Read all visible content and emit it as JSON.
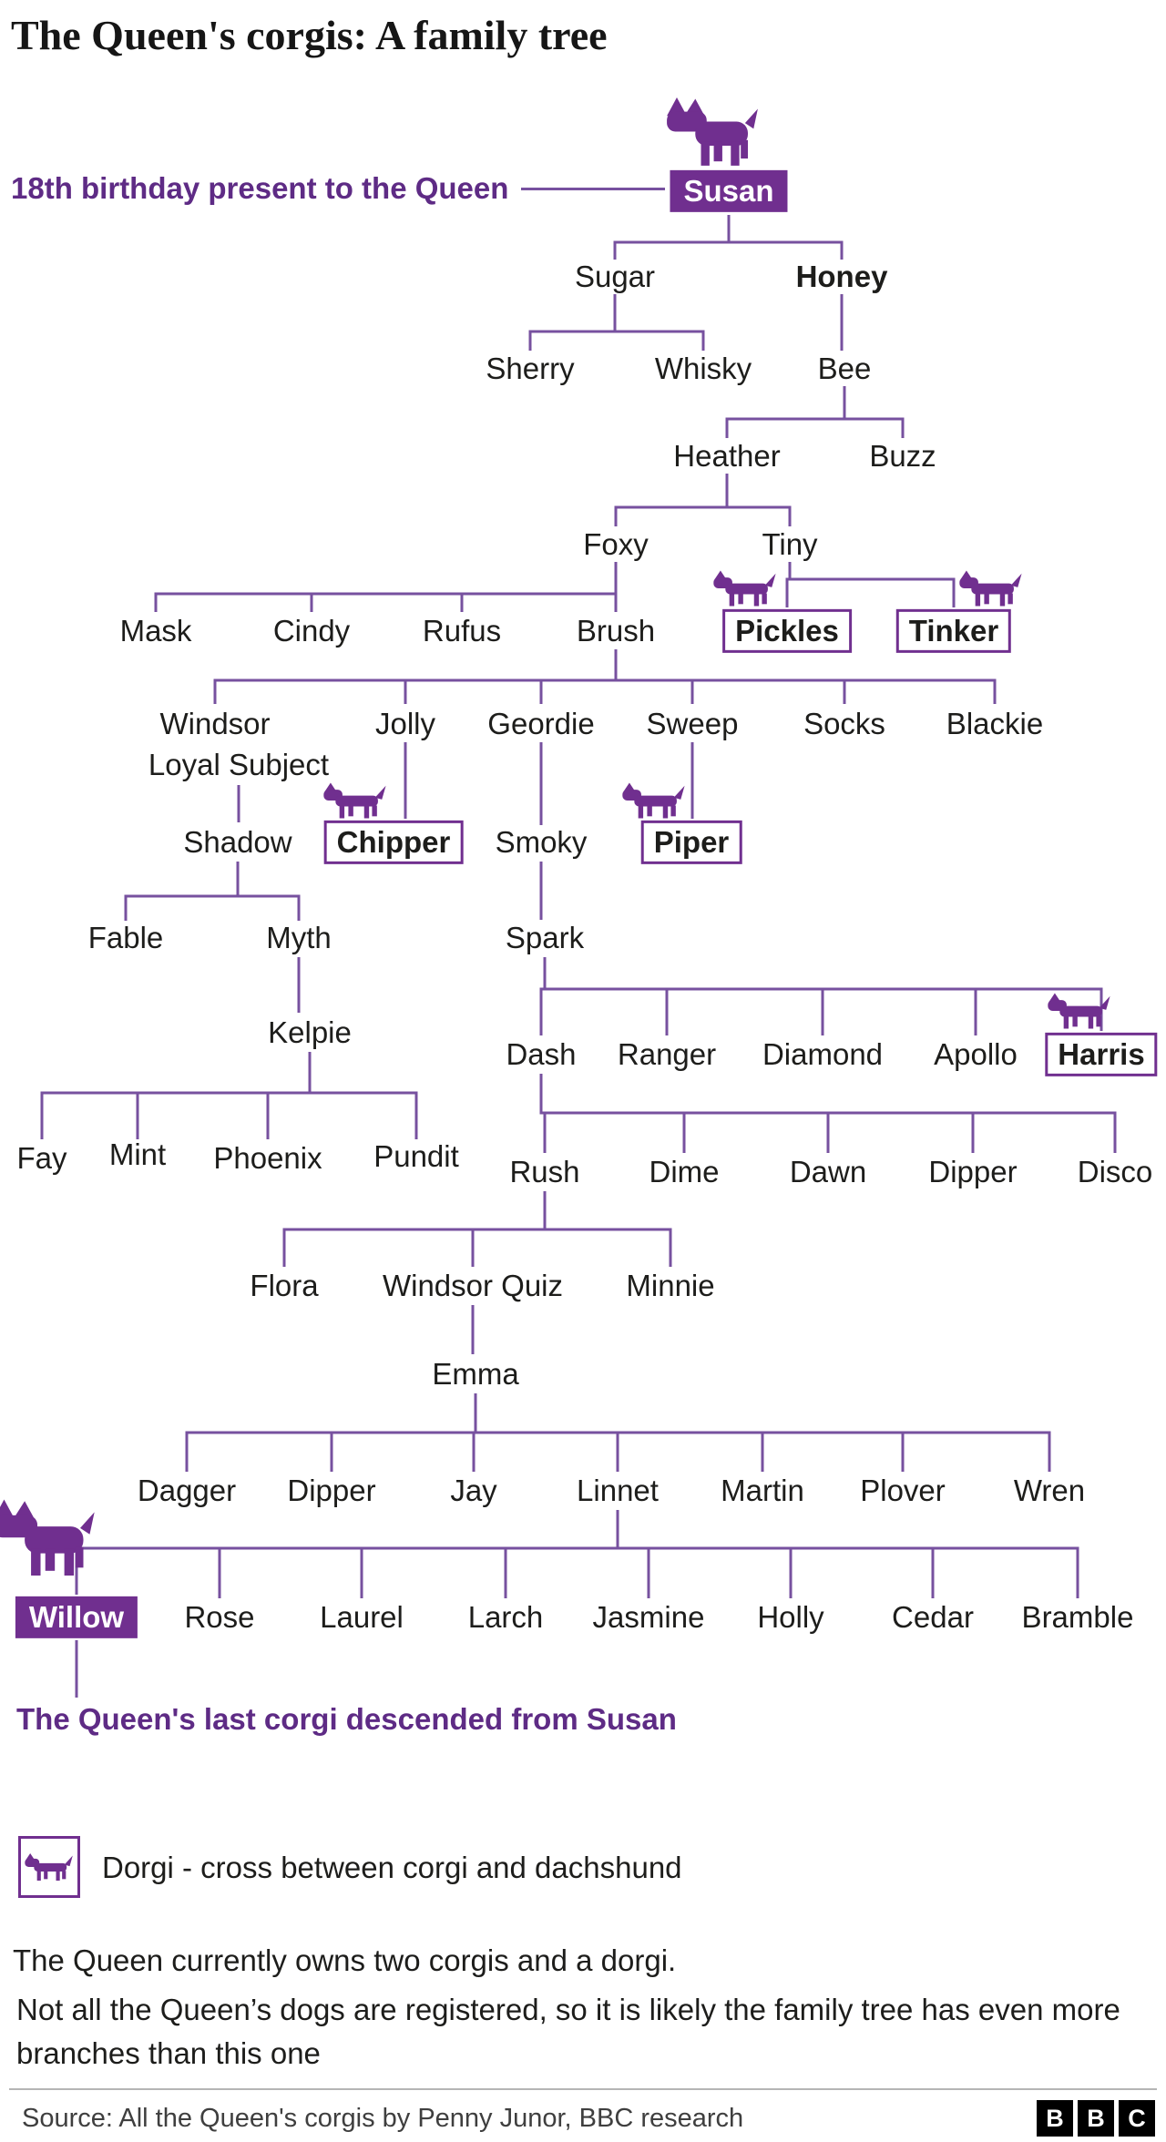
{
  "title": "The Queen's corgis: A family tree",
  "annotations": {
    "birthday": "18th birthday present to the Queen",
    "last_corgi": "The Queen's last corgi descended from Susan"
  },
  "legend": {
    "dorgi": "Dorgi - cross between corgi and dachshund"
  },
  "notes": {
    "line1": "The Queen currently owns two corgis and a dorgi.",
    "line2": "Not all the Queen’s dogs are registered, so it is likely the family tree has even more branches than this one"
  },
  "footer": {
    "source": "Source: All the Queen's corgis by Penny Junor, BBC research",
    "logo": [
      "B",
      "B",
      "C"
    ]
  },
  "colors": {
    "purple_fill": "#702f8f",
    "line": "#77519f",
    "caption": "#5e2b85"
  },
  "nodes": {
    "susan": {
      "label": "Susan"
    },
    "sugar": {
      "label": "Sugar"
    },
    "honey": {
      "label": "Honey"
    },
    "sherry": {
      "label": "Sherry"
    },
    "whisky": {
      "label": "Whisky"
    },
    "bee": {
      "label": "Bee"
    },
    "heather": {
      "label": "Heather"
    },
    "buzz": {
      "label": "Buzz"
    },
    "foxy": {
      "label": "Foxy"
    },
    "tiny": {
      "label": "Tiny"
    },
    "mask": {
      "label": "Mask"
    },
    "cindy": {
      "label": "Cindy"
    },
    "rufus": {
      "label": "Rufus"
    },
    "brush": {
      "label": "Brush"
    },
    "pickles": {
      "label": "Pickles"
    },
    "tinker": {
      "label": "Tinker"
    },
    "windsor_loyal_subject": {
      "label": "Windsor",
      "label2": "Loyal Subject"
    },
    "jolly": {
      "label": "Jolly"
    },
    "geordie": {
      "label": "Geordie"
    },
    "sweep": {
      "label": "Sweep"
    },
    "socks": {
      "label": "Socks"
    },
    "blackie": {
      "label": "Blackie"
    },
    "shadow": {
      "label": "Shadow"
    },
    "chipper": {
      "label": "Chipper"
    },
    "smoky": {
      "label": "Smoky"
    },
    "piper": {
      "label": "Piper"
    },
    "fable": {
      "label": "Fable"
    },
    "myth": {
      "label": "Myth"
    },
    "spark": {
      "label": "Spark"
    },
    "kelpie": {
      "label": "Kelpie"
    },
    "dash": {
      "label": "Dash"
    },
    "ranger": {
      "label": "Ranger"
    },
    "diamond": {
      "label": "Diamond"
    },
    "apollo": {
      "label": "Apollo"
    },
    "harris": {
      "label": "Harris"
    },
    "fay": {
      "label": "Fay"
    },
    "mint": {
      "label": "Mint"
    },
    "phoenix": {
      "label": "Phoenix"
    },
    "pundit": {
      "label": "Pundit"
    },
    "rush": {
      "label": "Rush"
    },
    "dime": {
      "label": "Dime"
    },
    "dawn": {
      "label": "Dawn"
    },
    "dipper_dash": {
      "label": "Dipper"
    },
    "disco": {
      "label": "Disco"
    },
    "flora": {
      "label": "Flora"
    },
    "windsor_quiz": {
      "label": "Windsor Quiz"
    },
    "minnie": {
      "label": "Minnie"
    },
    "emma": {
      "label": "Emma"
    },
    "dagger": {
      "label": "Dagger"
    },
    "dipper_emma": {
      "label": "Dipper"
    },
    "jay": {
      "label": "Jay"
    },
    "linnet": {
      "label": "Linnet"
    },
    "martin": {
      "label": "Martin"
    },
    "plover": {
      "label": "Plover"
    },
    "wren": {
      "label": "Wren"
    },
    "willow": {
      "label": "Willow"
    },
    "rose": {
      "label": "Rose"
    },
    "laurel": {
      "label": "Laurel"
    },
    "larch": {
      "label": "Larch"
    },
    "jasmine": {
      "label": "Jasmine"
    },
    "holly": {
      "label": "Holly"
    },
    "cedar": {
      "label": "Cedar"
    },
    "bramble": {
      "label": "Bramble"
    }
  },
  "relationships": {
    "Susan": [
      "Sugar",
      "Honey"
    ],
    "Sugar": [
      "Sherry",
      "Whisky"
    ],
    "Honey": [
      "Bee"
    ],
    "Bee": [
      "Heather",
      "Buzz"
    ],
    "Heather": [
      "Foxy",
      "Tiny"
    ],
    "Foxy": [
      "Mask",
      "Cindy",
      "Rufus",
      "Brush"
    ],
    "Tiny": [
      "Pickles",
      "Tinker"
    ],
    "Brush": [
      "Windsor Loyal Subject",
      "Jolly",
      "Geordie",
      "Sweep",
      "Socks",
      "Blackie"
    ],
    "Windsor Loyal Subject": [
      "Shadow"
    ],
    "Jolly": [
      "Chipper"
    ],
    "Geordie": [
      "Smoky"
    ],
    "Sweep": [
      "Piper"
    ],
    "Shadow": [
      "Fable",
      "Myth"
    ],
    "Myth": [
      "Kelpie"
    ],
    "Smoky": [
      "Spark"
    ],
    "Spark": [
      "Dash",
      "Ranger",
      "Diamond",
      "Apollo",
      "Harris"
    ],
    "Kelpie": [
      "Fay",
      "Mint",
      "Phoenix",
      "Pundit"
    ],
    "Dash": [
      "Rush",
      "Dime",
      "Dawn",
      "Dipper",
      "Disco"
    ],
    "Rush": [
      "Flora",
      "Windsor Quiz",
      "Minnie"
    ],
    "Windsor Quiz": [
      "Emma"
    ],
    "Emma": [
      "Dagger",
      "Dipper",
      "Jay",
      "Linnet",
      "Martin",
      "Plover",
      "Wren"
    ],
    "Linnet": [
      "Willow",
      "Rose",
      "Laurel",
      "Larch",
      "Jasmine",
      "Holly",
      "Cedar",
      "Bramble"
    ]
  },
  "dorgis": [
    "Pickles",
    "Tinker",
    "Chipper",
    "Piper",
    "Harris"
  ],
  "highlighted_corgis": [
    "Susan",
    "Willow"
  ]
}
